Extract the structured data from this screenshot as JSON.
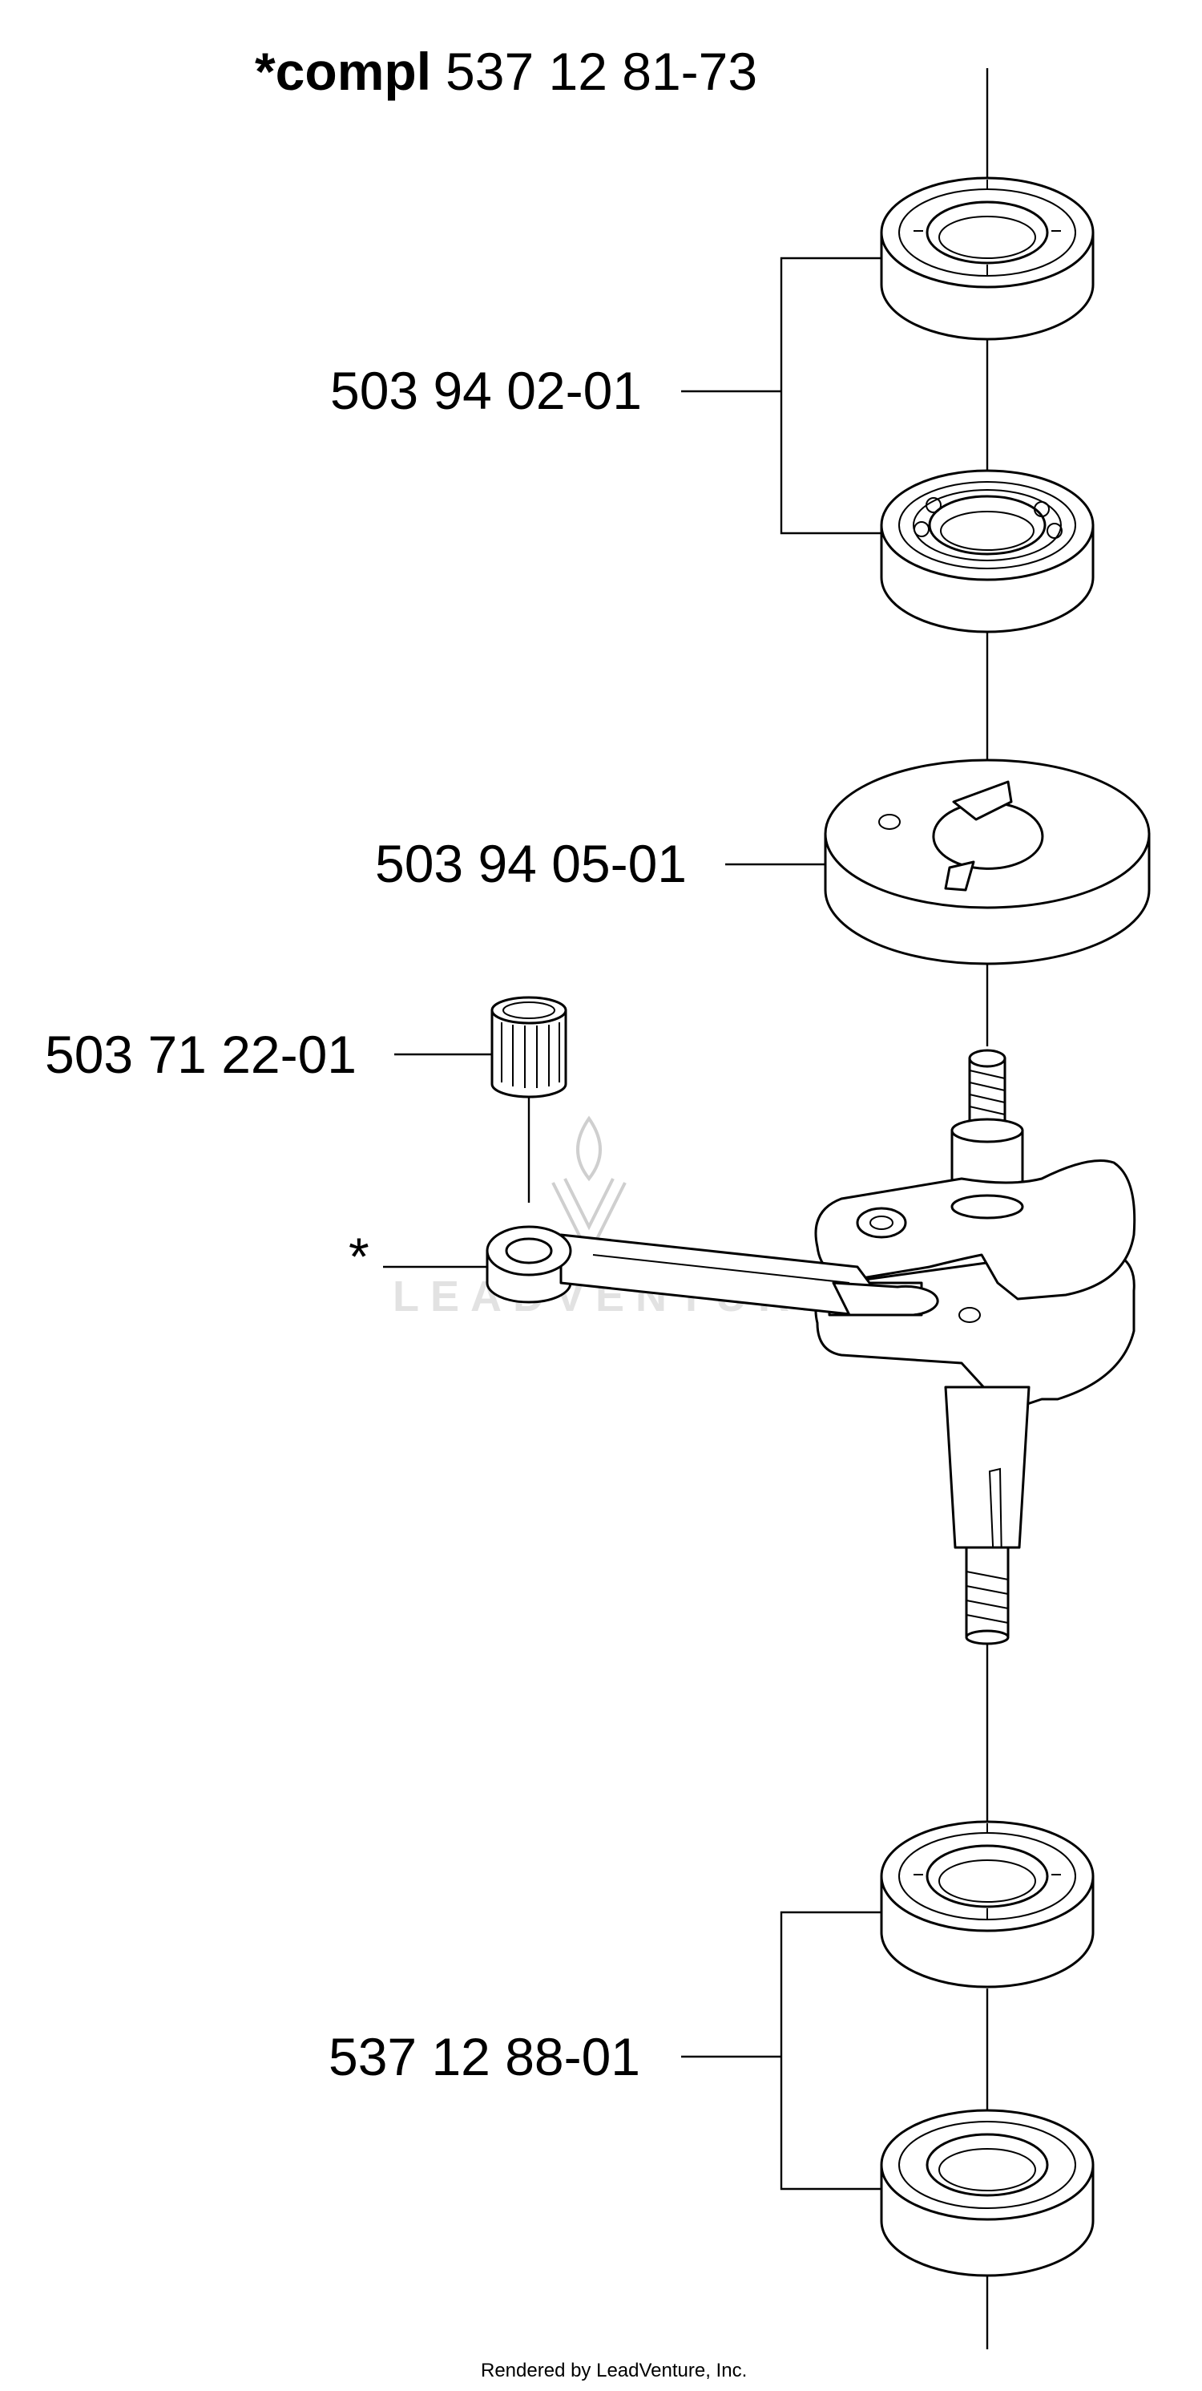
{
  "title": {
    "prefix": "*compl",
    "number": "537 12 81-73"
  },
  "callouts": {
    "bearing_top": "503 94 02-01",
    "cam_disc": "503 94 05-01",
    "needle_bearing": "503 71 22-01",
    "asterisk": "*",
    "bearing_bottom": "537 12 88-01"
  },
  "watermark": "LEADVENTURE",
  "footer": "Rendered by LeadVenture, Inc."
}
